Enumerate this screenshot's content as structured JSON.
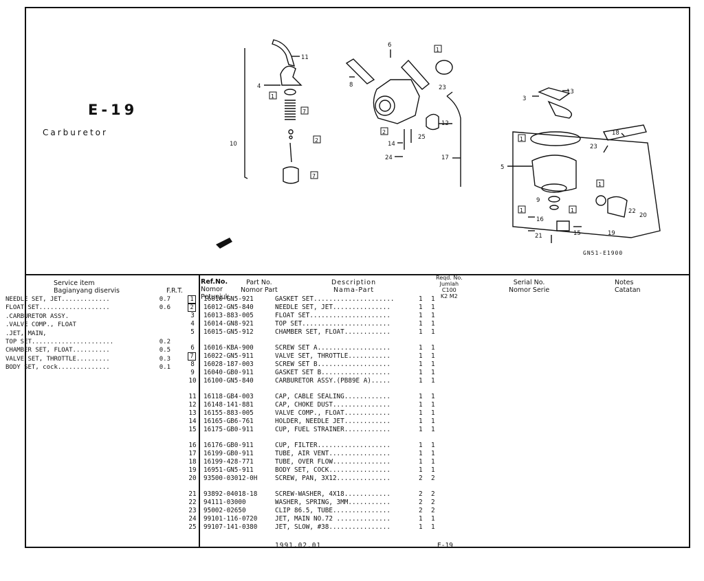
{
  "page": {
    "code": "E-19",
    "name": "Carburetor",
    "figure_code": "GN51-E1900",
    "date": "1991.02.01",
    "footer_code": "E-19"
  },
  "callouts": [
    "1",
    "2",
    "3",
    "4",
    "5",
    "6",
    "7",
    "8",
    "9",
    "10",
    "11",
    "12",
    "13",
    "14",
    "15",
    "16",
    "17",
    "18",
    "19",
    "20",
    "21",
    "22",
    "23",
    "24",
    "25"
  ],
  "boxed_callouts": [
    "1",
    "2",
    "7"
  ],
  "service": {
    "header_item": "Service   item",
    "header_item_id": "Bagianyang diservis",
    "header_frt": "F.R.T.",
    "rows": [
      {
        "item": "NEEDLE SET, JET.............",
        "frt": "0.7"
      },
      {
        "item": "FLOAT SET...................",
        "frt": "0.6"
      },
      {
        "item": ".CARBURETOR ASSY.",
        "frt": ""
      },
      {
        "item": ".VALVE COMP., FLOAT",
        "frt": ""
      },
      {
        "item": ".JET, MAIN,",
        "frt": ""
      },
      {
        "item": " TOP SET......................",
        "frt": "0.2"
      },
      {
        "item": "CHAMBER SET, FLOAT..........",
        "frt": "0.5"
      },
      {
        "item": "VALVE SET, THROTTLE.........",
        "frt": "0.3"
      },
      {
        "item": "BODY SET, cock..............",
        "frt": "0.1"
      }
    ]
  },
  "table_header": {
    "ref_no": "Ref.No.",
    "ref_no_id": "Nomor Petunjuk",
    "part_no": "Part No.",
    "part_no_id": "Nomor Part",
    "description": "Description",
    "description_id": "Nama-Part",
    "reqd": "Reqd. No.",
    "reqd_id": "Jumlah",
    "model": "C100",
    "model_variants": "K2 M2",
    "serial": "Serial No.",
    "serial_id": "Nomor Serie",
    "notes": "Notes",
    "notes_id": "Catatan"
  },
  "parts": [
    {
      "ref": "1",
      "boxed": true,
      "part_no": "16010-GN5-921",
      "desc": "GASKET SET.....................",
      "q1": "1",
      "q2": "1"
    },
    {
      "ref": "2",
      "boxed": true,
      "part_no": "16012-GN5-840",
      "desc": "NEEDLE SET, JET...............",
      "q1": "1",
      "q2": "1"
    },
    {
      "ref": "3",
      "boxed": false,
      "part_no": "16013-883-005",
      "desc": "FLOAT SET.....................",
      "q1": "1",
      "q2": "1"
    },
    {
      "ref": "4",
      "boxed": false,
      "part_no": "16014-GN8-921",
      "desc": "TOP SET.......................",
      "q1": "1",
      "q2": "1"
    },
    {
      "ref": "5",
      "boxed": false,
      "part_no": "16015-GN5-912",
      "desc": "CHAMBER SET, FLOAT............",
      "q1": "1",
      "q2": "1"
    },
    {
      "gap": true
    },
    {
      "ref": "6",
      "boxed": false,
      "part_no": "16016-KBA-900",
      "desc": "SCREW SET A...................",
      "q1": "1",
      "q2": "1"
    },
    {
      "ref": "7",
      "boxed": true,
      "part_no": "16022-GN5-911",
      "desc": "VALVE SET, THROTTLE...........",
      "q1": "1",
      "q2": "1"
    },
    {
      "ref": "8",
      "boxed": false,
      "part_no": "16028-187-003",
      "desc": "SCREW SET B...................",
      "q1": "1",
      "q2": "1"
    },
    {
      "ref": "9",
      "boxed": false,
      "part_no": "16040-GB0-911",
      "desc": "GASKET SET B..................",
      "q1": "1",
      "q2": "1"
    },
    {
      "ref": "10",
      "boxed": false,
      "part_no": "16100-GN5-840",
      "desc": "CARBURETOR ASSY.(PB89E A).....",
      "q1": "1",
      "q2": "1"
    },
    {
      "gap": true
    },
    {
      "ref": "11",
      "boxed": false,
      "part_no": "16118-GB4-003",
      "desc": "CAP, CABLE SEALING............",
      "q1": "1",
      "q2": "1"
    },
    {
      "ref": "12",
      "boxed": false,
      "part_no": "16148-141-881",
      "desc": "CAP, CHOKE DUST...............",
      "q1": "1",
      "q2": "1"
    },
    {
      "ref": "13",
      "boxed": false,
      "part_no": "16155-883-005",
      "desc": "VALVE COMP., FLOAT............",
      "q1": "1",
      "q2": "1"
    },
    {
      "ref": "14",
      "boxed": false,
      "part_no": "16165-GB6-761",
      "desc": "HOLDER, NEEDLE JET............",
      "q1": "1",
      "q2": "1"
    },
    {
      "ref": "15",
      "boxed": false,
      "part_no": "16175-GB0-911",
      "desc": "CUP, FUEL STRAINER............",
      "q1": "1",
      "q2": "1"
    },
    {
      "gap": true
    },
    {
      "ref": "16",
      "boxed": false,
      "part_no": "16176-GB0-911",
      "desc": "CUP, FILTER...................",
      "q1": "1",
      "q2": "1"
    },
    {
      "ref": "17",
      "boxed": false,
      "part_no": "16199-GB0-911",
      "desc": "TUBE, AIR VENT................",
      "q1": "1",
      "q2": "1"
    },
    {
      "ref": "18",
      "boxed": false,
      "part_no": "16199-428-771",
      "desc": "TUBE, OVER FLOW...............",
      "q1": "1",
      "q2": "1"
    },
    {
      "ref": "19",
      "boxed": false,
      "part_no": "16951-GN5-911",
      "desc": "BODY SET, COCK................",
      "q1": "1",
      "q2": "1"
    },
    {
      "ref": "20",
      "boxed": false,
      "part_no": "93500-03012-0H",
      "desc": "SCREW, PAN, 3X12..............",
      "q1": "2",
      "q2": "2"
    },
    {
      "gap": true
    },
    {
      "ref": "21",
      "boxed": false,
      "part_no": "93892-04018-18",
      "desc": "SCREW-WASHER, 4X18............",
      "q1": "2",
      "q2": "2"
    },
    {
      "ref": "22",
      "boxed": false,
      "part_no": "94111-03000",
      "desc": "WASHER, SPRING, 3MM...........",
      "q1": "2",
      "q2": "2"
    },
    {
      "ref": "23",
      "boxed": false,
      "part_no": "95002-02650",
      "desc": "CLIP 86.5, TUBE...............",
      "q1": "2",
      "q2": "2"
    },
    {
      "ref": "24",
      "boxed": false,
      "part_no": "99101-116-0720",
      "desc": "JET, MAIN  NO.72 ..............",
      "q1": "1",
      "q2": "1"
    },
    {
      "ref": "25",
      "boxed": false,
      "part_no": "99107-141-0380",
      "desc": "JET, SLOW, #38................",
      "q1": "1",
      "q2": "1"
    }
  ]
}
